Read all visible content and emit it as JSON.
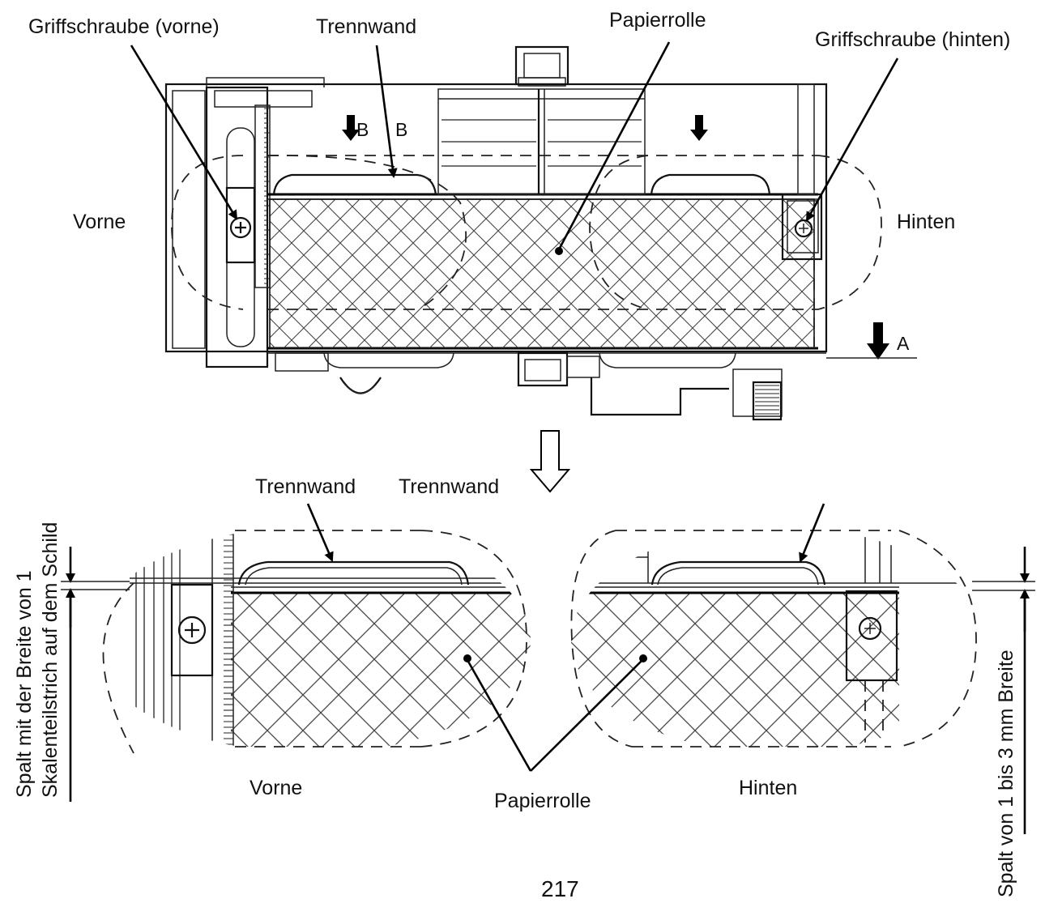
{
  "labels": {
    "grip_screw_front": "Griffschraube (vorne)",
    "partition_top": "Trennwand",
    "paper_roll_top": "Papierrolle",
    "grip_screw_rear": "Griffschraube (hinten)",
    "front_top": "Vorne",
    "rear_top": "Hinten",
    "mark_b1": "B",
    "mark_b2": "B",
    "mark_a": "A",
    "partition_bottom_left": "Trennwand",
    "partition_bottom_right": "Trennwand",
    "gap_left_line1": "Spalt mit der Breite von 1",
    "gap_left_line2": "Skalenteilstrich auf dem Schild",
    "gap_right": "Spalt von 1 bis 3 mm Breite",
    "front_bottom": "Vorne",
    "paper_roll_bottom": "Papierrolle",
    "rear_bottom": "Hinten",
    "page_number": "217"
  },
  "colors": {
    "line": "#111111",
    "background": "#ffffff"
  }
}
